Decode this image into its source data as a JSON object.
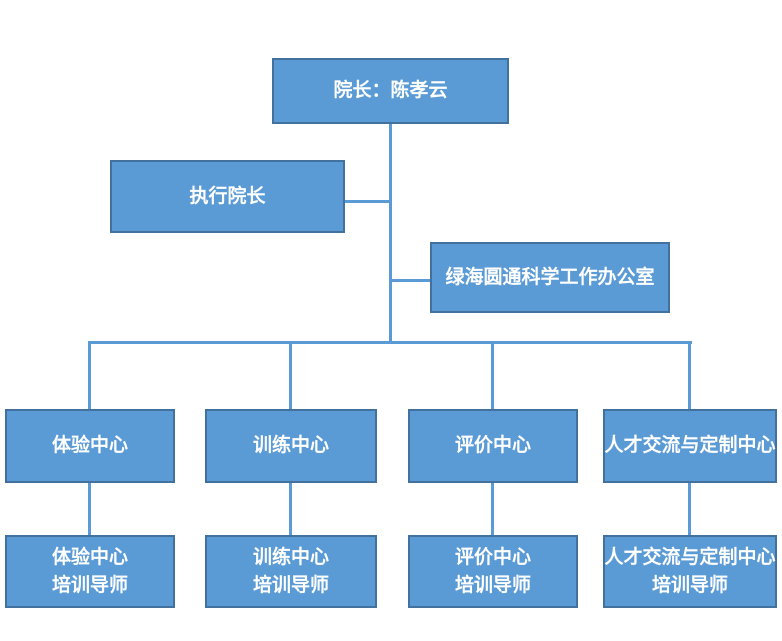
{
  "diagram": {
    "type": "org-chart",
    "colors": {
      "node_fill": "#5b9bd5",
      "node_border": "#41719c",
      "connector": "#5b9bd5",
      "text": "#ffffff",
      "background": "#ffffff"
    },
    "nodes": {
      "dean": "院长：陈孝云",
      "executive_dean": "执行院长",
      "office": "绿海圆通科学工作办公室",
      "centers": [
        "体验中心",
        "训练中心",
        "评价中心",
        "人才交流与定制中心"
      ],
      "mentors": [
        {
          "line1": "体验中心",
          "line2": "培训导师"
        },
        {
          "line1": "训练中心",
          "line2": "培训导师"
        },
        {
          "line1": "评价中心",
          "line2": "培训导师"
        },
        {
          "line1": "人才交流与定制中心",
          "line2": "培训导师"
        }
      ]
    }
  }
}
